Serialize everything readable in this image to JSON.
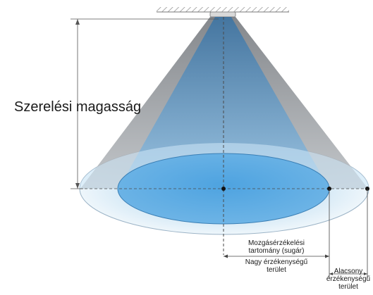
{
  "labels": {
    "mounting_height": "Szerelési magasság",
    "range_line1": "Mozgásérzékelési",
    "range_line2": "tartomány (sugár)",
    "high_line1": "Nagy érzékenységű",
    "high_line2": "terület",
    "low_line1": "Alacsony",
    "low_line2": "érzékenységű",
    "low_line3": "terület"
  },
  "colors": {
    "outer_cone": "#a9aeb3",
    "inner_cone": "#6aa8d8",
    "outer_ellipse": "#d7eaf6",
    "inner_ellipse": "#5aa9e0",
    "ceiling": "#9a9a9a",
    "dim_line": "#555555"
  }
}
